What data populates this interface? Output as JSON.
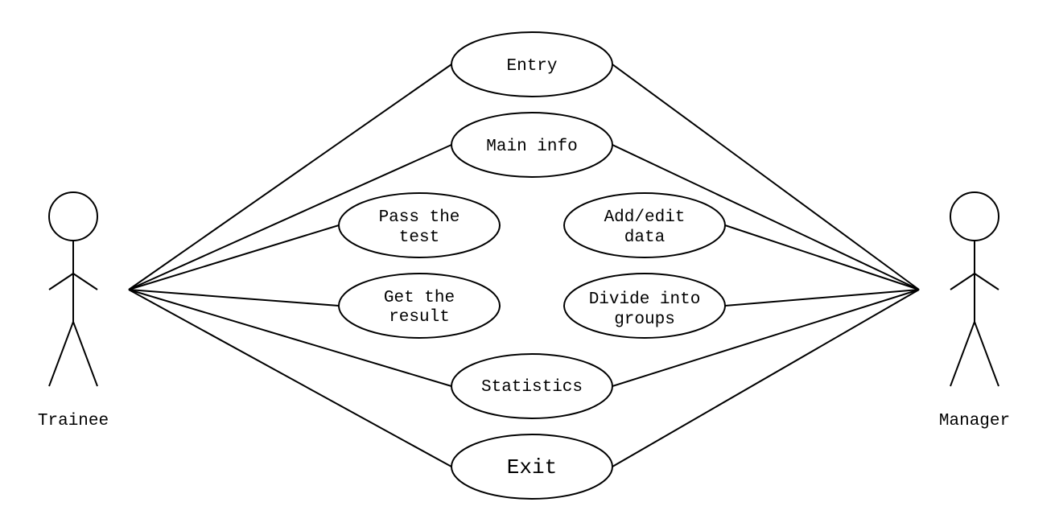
{
  "actors": {
    "trainee": {
      "label": "Trainee"
    },
    "manager": {
      "label": "Manager"
    }
  },
  "use_cases": {
    "entry": {
      "lines": [
        "Entry"
      ]
    },
    "main_info": {
      "lines": [
        "Main info"
      ]
    },
    "pass_test": {
      "lines": [
        "Pass the",
        "test"
      ]
    },
    "add_edit": {
      "lines": [
        "Add/edit",
        "data"
      ]
    },
    "get_result": {
      "lines": [
        "Get the",
        "result"
      ]
    },
    "divide_groups": {
      "lines": [
        "Divide into",
        "groups"
      ]
    },
    "statistics": {
      "lines": [
        "Statistics"
      ]
    },
    "exit": {
      "lines": [
        "Exit"
      ]
    }
  },
  "associations": [
    [
      "trainee",
      "entry"
    ],
    [
      "trainee",
      "main_info"
    ],
    [
      "trainee",
      "pass_test"
    ],
    [
      "trainee",
      "get_result"
    ],
    [
      "trainee",
      "statistics"
    ],
    [
      "trainee",
      "exit"
    ],
    [
      "manager",
      "entry"
    ],
    [
      "manager",
      "main_info"
    ],
    [
      "manager",
      "add_edit"
    ],
    [
      "manager",
      "divide_groups"
    ],
    [
      "manager",
      "statistics"
    ],
    [
      "manager",
      "exit"
    ]
  ]
}
